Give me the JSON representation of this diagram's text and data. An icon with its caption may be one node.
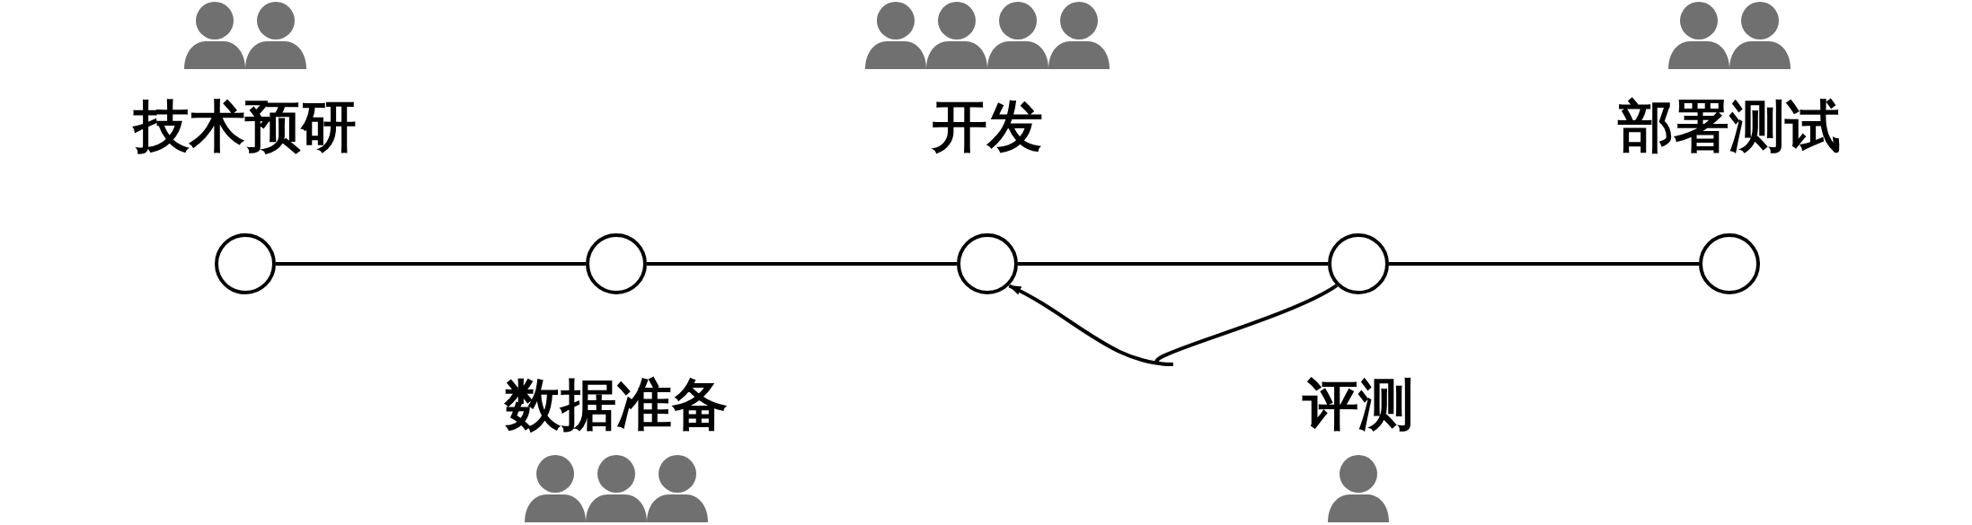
{
  "diagram": {
    "nodes": [
      {
        "text": [],
        "shape": "circle",
        "beside": [
          "技术预研"
        ]
      },
      {
        "text": [],
        "shape": "circle",
        "beside": [
          "数据准备"
        ]
      },
      {
        "text": [],
        "shape": "circle",
        "beside": [
          "开发"
        ]
      },
      {
        "text": [],
        "shape": "circle",
        "beside": [
          "评测"
        ]
      },
      {
        "text": [],
        "shape": "circle",
        "beside": [
          "部署测试"
        ]
      }
    ],
    "edges": [
      {
        "from": 0,
        "to": 1,
        "arrow": "none"
      },
      {
        "from": 1,
        "to": 2,
        "arrow": "none"
      },
      {
        "from": 2,
        "to": 3,
        "arrow": "none"
      },
      {
        "from": 3,
        "to": 4,
        "arrow": "none"
      },
      {
        "from": 3,
        "to": 2,
        "arrow": "to"
      }
    ]
  }
}
